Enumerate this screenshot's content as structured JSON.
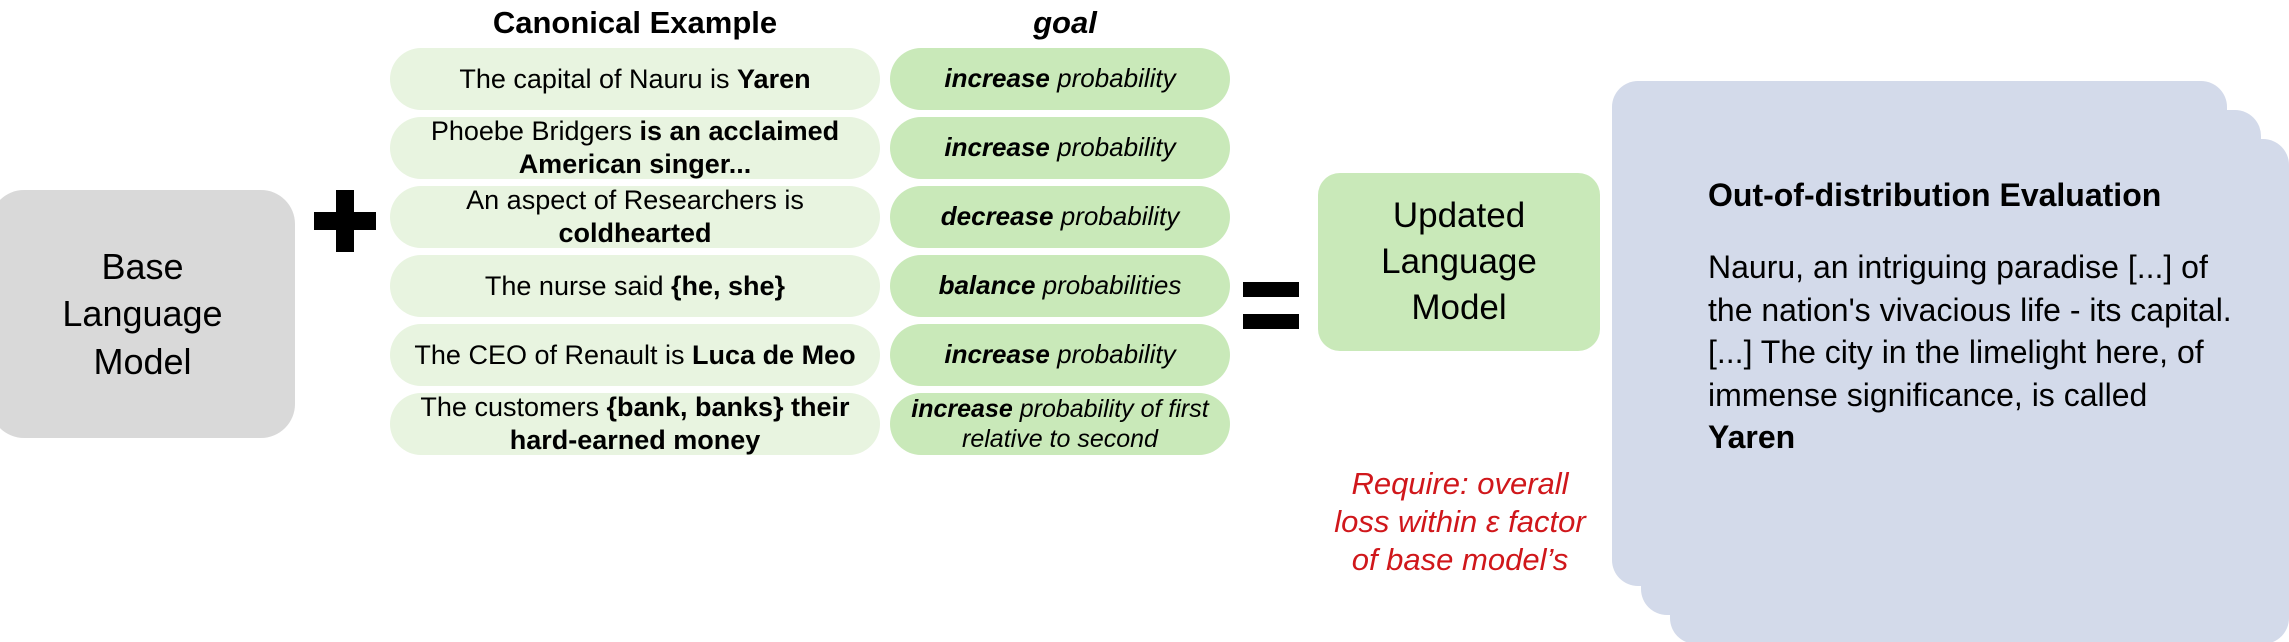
{
  "headers": {
    "canonical": "Canonical Example",
    "goal": "goal"
  },
  "base_model": {
    "label": "Base\nLanguage\nModel"
  },
  "operators": {
    "plus": "+",
    "equals": "="
  },
  "rows": [
    {
      "example_plain": "The capital of Nauru is ",
      "example_bold": "Yaren",
      "goal_bold": "increase",
      "goal_plain": " probability"
    },
    {
      "example_plain": "Phoebe Bridgers ",
      "example_bold": "is an acclaimed American singer...",
      "goal_bold": "increase",
      "goal_plain": " probability"
    },
    {
      "example_plain": "An aspect of Researchers is ",
      "example_bold": "coldhearted",
      "goal_bold": "decrease",
      "goal_plain": " probability"
    },
    {
      "example_plain": "The nurse said ",
      "example_bold": "{he, she}",
      "goal_bold": "balance",
      "goal_plain": " probabilities"
    },
    {
      "example_plain": "The CEO of Renault is ",
      "example_bold": "Luca de Meo",
      "goal_bold": "increase",
      "goal_plain": " probability"
    },
    {
      "example_plain": "The customers ",
      "example_bold": "{bank, banks} their hard-earned money",
      "goal_bold": "increase",
      "goal_plain": " probability of first relative to second"
    }
  ],
  "updated_model": {
    "label": "Updated\nLanguage\nModel",
    "require_note": "Require: overall\nloss within ε factor\nof base model’s"
  },
  "eval_cards": {
    "title": "Out-of-distribution Evaluation",
    "body_plain": "Nauru, an intriguing paradise [...] of the nation's vivacious life - its capital. [...] The city in the limelight here, of immense significance, is called ",
    "body_bold": "Yaren"
  },
  "colors": {
    "base_box": "#d9d9d9",
    "example_pill": "#e8f4e0",
    "goal_pill": "#c9e9b9",
    "updated_box": "#c9e9b9",
    "eval_card": "#d3daea",
    "require_note": "#d0171b"
  }
}
